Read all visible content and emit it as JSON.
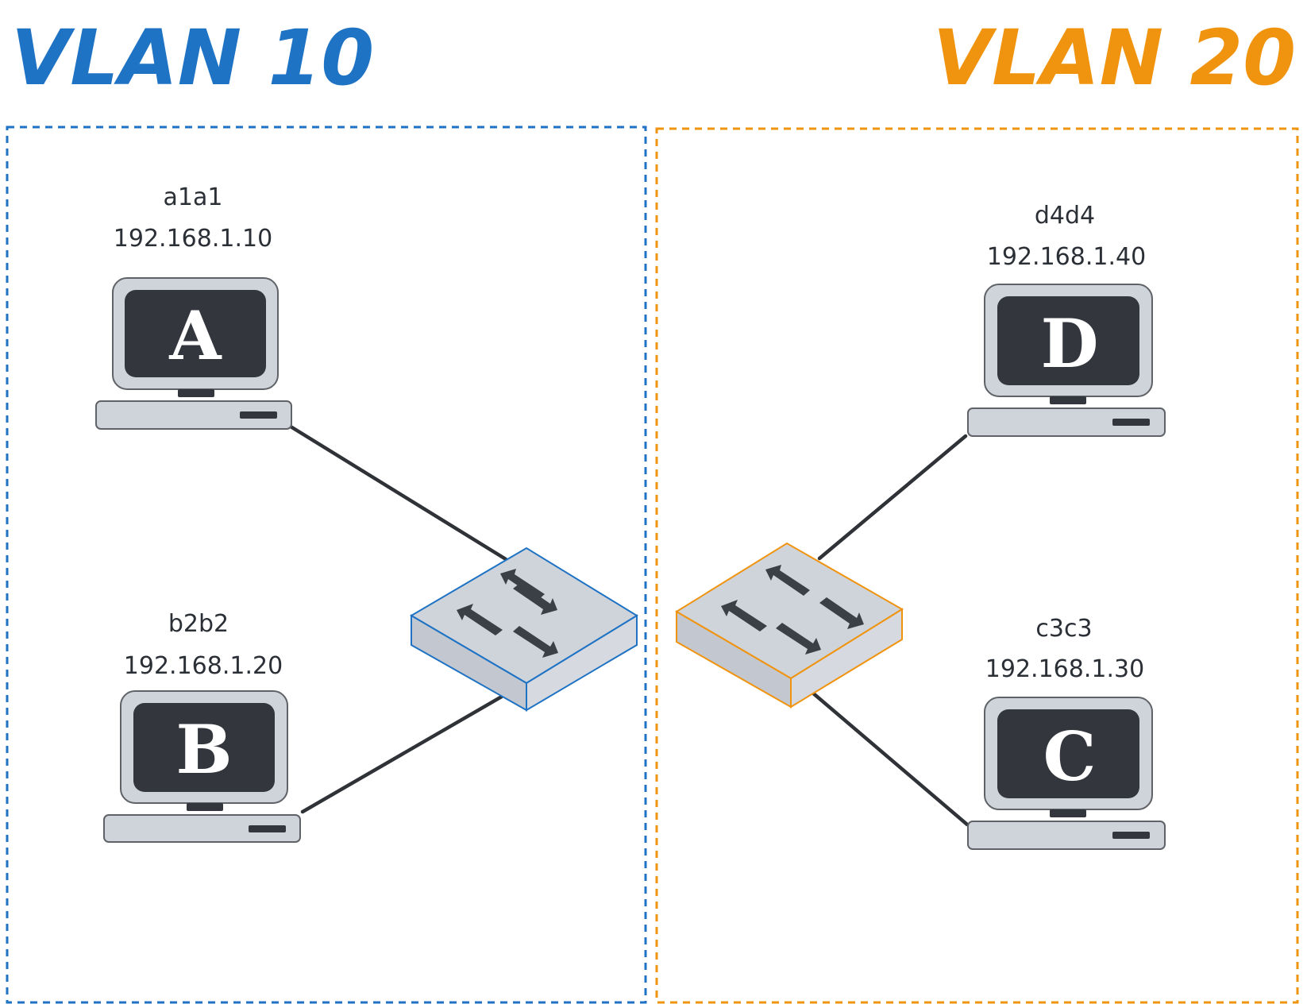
{
  "colors": {
    "vlan10": "#1f73c4",
    "vlan20": "#f0940f",
    "link": "#2f3237",
    "device_body": "#cfd3da",
    "device_outline": "#5f6266",
    "screen": "#33373d"
  },
  "vlans": [
    {
      "id": "vlan10",
      "title": "VLAN 10"
    },
    {
      "id": "vlan20",
      "title": "VLAN 20"
    }
  ],
  "hosts": [
    {
      "id": "A",
      "letter": "A",
      "name": "a1a1",
      "ip": "192.168.1.10",
      "vlan": "vlan10"
    },
    {
      "id": "B",
      "letter": "B",
      "name": "b2b2",
      "ip": "192.168.1.20",
      "vlan": "vlan10"
    },
    {
      "id": "D",
      "letter": "D",
      "name": "d4d4",
      "ip": "192.168.1.40",
      "vlan": "vlan20"
    },
    {
      "id": "C",
      "letter": "C",
      "name": "c3c3",
      "ip": "192.168.1.30",
      "vlan": "vlan20"
    }
  ],
  "switches": [
    {
      "id": "sw1",
      "vlan": "vlan10",
      "icon": "switch-icon"
    },
    {
      "id": "sw2",
      "vlan": "vlan20",
      "icon": "switch-icon"
    }
  ],
  "links": [
    {
      "from": "A",
      "to": "sw1"
    },
    {
      "from": "B",
      "to": "sw1"
    },
    {
      "from": "D",
      "to": "sw2"
    },
    {
      "from": "C",
      "to": "sw2"
    }
  ]
}
